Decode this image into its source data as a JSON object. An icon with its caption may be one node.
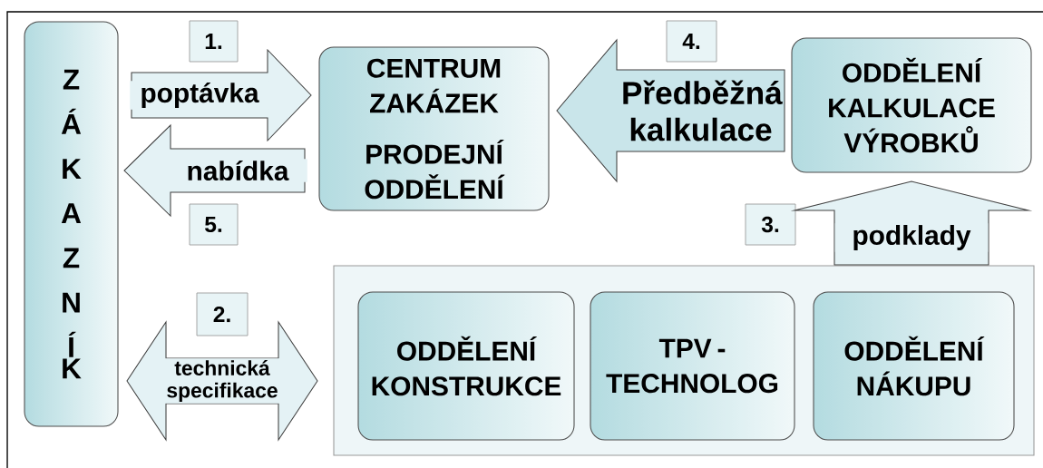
{
  "diagram": {
    "nodes": [
      {
        "text": [
          "ZÁKAZNÍK"
        ]
      },
      {
        "text": [
          "CENTRUM ZAKÁZEK",
          "PRODEJNÍ ODDĚLENÍ"
        ]
      },
      {
        "text": [
          "ODDĚLENÍ KALKULACE VÝROBKŮ"
        ]
      },
      {
        "text": [],
        "shape": "box"
      },
      {
        "text": [
          "ODDĚLENÍ KONSTRUKCE"
        ],
        "in": 3
      },
      {
        "text": [
          "TPV - TECHNOLOG"
        ],
        "in": 3
      },
      {
        "text": [
          "ODDĚLENÍ NÁKUPU"
        ],
        "in": 3
      },
      {
        "text": [
          "1."
        ]
      },
      {
        "text": [
          "5."
        ]
      },
      {
        "text": [
          "4."
        ]
      },
      {
        "text": [
          "3."
        ]
      },
      {
        "text": [
          "2."
        ]
      }
    ],
    "edges": [
      {
        "from": 0,
        "to": 1,
        "arrow": "to",
        "label": "poptávka"
      },
      {
        "from": 1,
        "to": 0,
        "arrow": "to",
        "label": "nabídka"
      },
      {
        "from": 2,
        "to": 1,
        "arrow": "to",
        "label": "Předběžná kalkulace",
        "color": "#c9e5ea"
      },
      {
        "from": 3,
        "to": 2,
        "arrow": "to",
        "label": "podklady"
      },
      {
        "from": 0,
        "to": 3,
        "arrow": "both",
        "label": "technická specifikace"
      }
    ]
  }
}
